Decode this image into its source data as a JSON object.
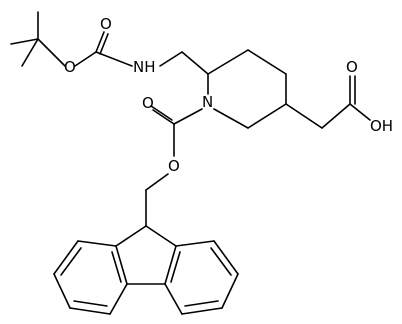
{
  "atoms": {
    "o_carbamate_ether": "O",
    "o_carbamate_carbonyl": "O",
    "nh": "NH",
    "n_ring": "N",
    "o_fmoc_carbonyl": "O",
    "o_fmoc_ether": "O",
    "o_acid_carbonyl": "O",
    "oh": "OH"
  },
  "colors": {
    "bond": "#000000",
    "label": "#000000",
    "background": "#ffffff"
  }
}
